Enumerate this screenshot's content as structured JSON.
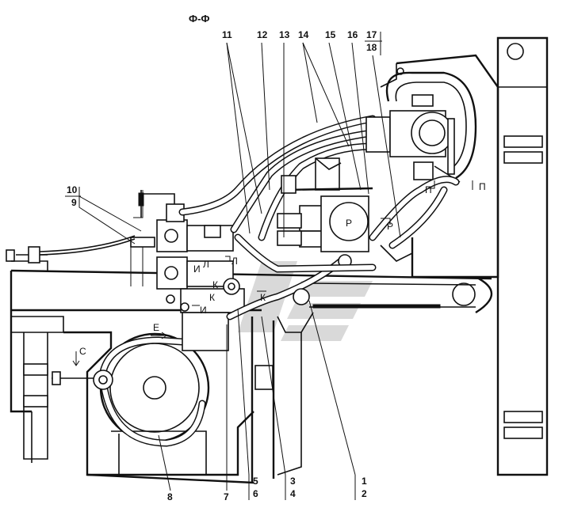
{
  "section_title": "Ф-Ф",
  "callouts_top": [
    "11",
    "12",
    "13",
    "14",
    "15",
    "16",
    "17",
    "18"
  ],
  "callouts_left": [
    "10",
    "9"
  ],
  "callouts_bottom": [
    "8",
    "7",
    "5",
    "6",
    "3",
    "4",
    "1",
    "2"
  ],
  "view_letters": {
    "E": "E",
    "C": "C",
    "P_right": "П",
    "P_mid": "П",
    "R_1": "Р",
    "R_2": "Р",
    "I_1": "И",
    "I_2": "И",
    "L_1": "Л",
    "L_2": "Л",
    "K_1": "К",
    "K_2": "К",
    "K_3": "К"
  },
  "colors": {
    "line": "#111111",
    "background": "#ffffff",
    "watermark": "#d9d9d9"
  }
}
